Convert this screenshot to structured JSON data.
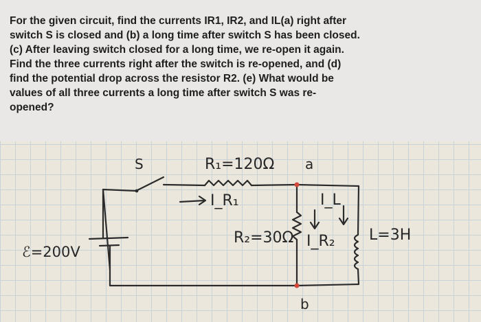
{
  "problem": {
    "lines": [
      "For the given circuit, find the currents IR1, IR2, and IL(a) right after",
      "switch S is closed and (b) a long time after switch S has been closed.",
      "(c) After leaving switch closed for a long time, we re-open it again.",
      "Find the three currents right after the switch is re-opened, and (d)",
      "find the potential drop across the resistor R2. (e) What would be",
      "values of all three currents a long time after switch S was re-",
      "opened?"
    ]
  },
  "circuit": {
    "switch_label": "S",
    "r1_label": "R₁=120Ω",
    "node_a": "a",
    "node_b": "b",
    "i_r1_label": "I_R₁",
    "i_l_label": "I_L",
    "r2_label": "R₂=30Ω",
    "i_r2_label": "I_R₂",
    "inductor_label": "L=3H",
    "emf_label": "ℰ=200V"
  },
  "colors": {
    "ink": "#262626",
    "node_dot": "#d2483a",
    "paper": "#ece7dc",
    "grid": "#c8d3d8"
  }
}
